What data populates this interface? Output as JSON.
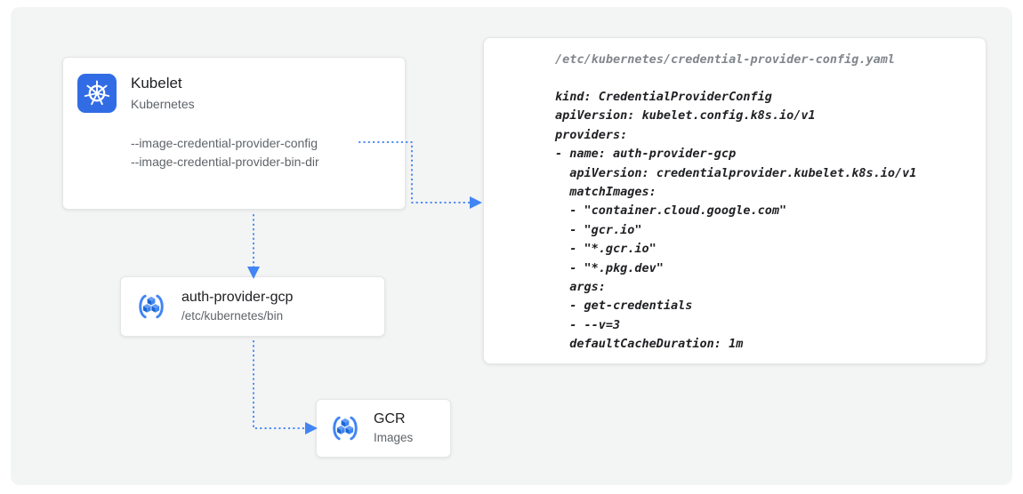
{
  "colors": {
    "panel_bg": "#f3f4f4",
    "arrow": "#4285f4",
    "kubernetes_blue": "#326ce5",
    "subtitle": "#5f6368",
    "code_text": "#202124",
    "code_path": "#80868b"
  },
  "nodes": {
    "kubelet": {
      "title": "Kubelet",
      "subtitle": "Kubernetes",
      "icon": "kubernetes-icon",
      "flags": [
        "--image-credential-provider-config",
        "--image-credential-provider-bin-dir"
      ]
    },
    "auth_provider": {
      "title": "auth-provider-gcp",
      "subtitle": "/etc/kubernetes/bin",
      "icon": "container-registry-icon"
    },
    "gcr": {
      "title": "GCR",
      "subtitle": "Images",
      "icon": "container-registry-icon"
    }
  },
  "code_panel": {
    "path": "/etc/kubernetes/credential-provider-config.yaml",
    "lines": [
      "kind: CredentialProviderConfig",
      "apiVersion: kubelet.config.k8s.io/v1",
      "providers:",
      "- name: auth-provider-gcp",
      "  apiVersion: credentialprovider.kubelet.k8s.io/v1",
      "  matchImages:",
      "  - \"container.cloud.google.com\"",
      "  - \"gcr.io\"",
      "  - \"*.gcr.io\"",
      "  - \"*.pkg.dev\"",
      "  args:",
      "  - get-credentials",
      "  - --v=3",
      "  defaultCacheDuration: 1m"
    ]
  }
}
